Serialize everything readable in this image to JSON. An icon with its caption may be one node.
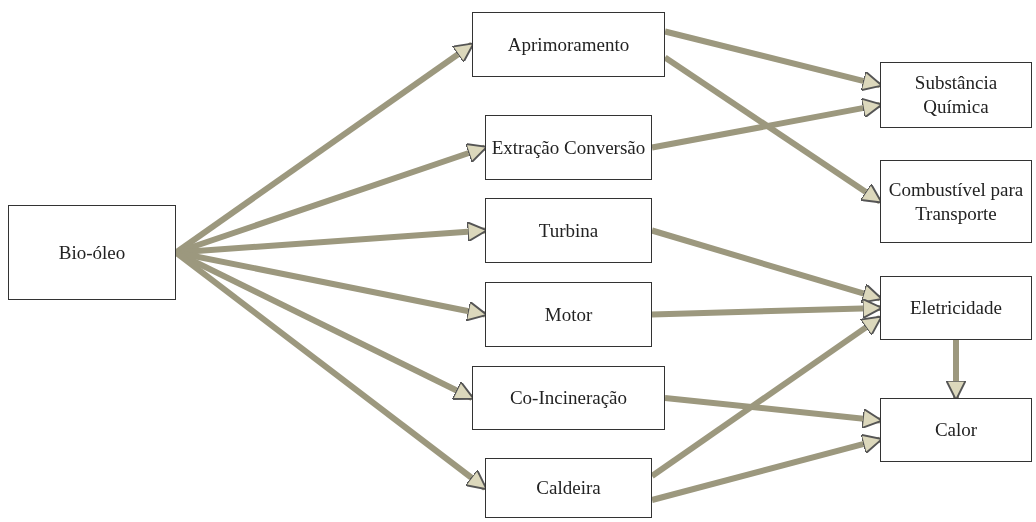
{
  "diagram": {
    "nodes": [
      {
        "text": [
          "Bio-óleo"
        ]
      },
      {
        "text": [
          "Aprimoramento"
        ]
      },
      {
        "text": [
          "Extração Conversão"
        ]
      },
      {
        "text": [
          "Turbina"
        ]
      },
      {
        "text": [
          "Motor"
        ]
      },
      {
        "text": [
          "Co-Incineração"
        ]
      },
      {
        "text": [
          "Caldeira"
        ]
      },
      {
        "text": [
          "Substância Química"
        ]
      },
      {
        "text": [
          "Combustível para Transporte"
        ]
      },
      {
        "text": [
          "Eletricidade"
        ]
      },
      {
        "text": [
          "Calor"
        ]
      }
    ],
    "edges": [
      {
        "from": 0,
        "to": 1,
        "arrow": "to"
      },
      {
        "from": 0,
        "to": 2,
        "arrow": "to"
      },
      {
        "from": 0,
        "to": 3,
        "arrow": "to"
      },
      {
        "from": 0,
        "to": 4,
        "arrow": "to"
      },
      {
        "from": 0,
        "to": 5,
        "arrow": "to"
      },
      {
        "from": 0,
        "to": 6,
        "arrow": "to"
      },
      {
        "from": 1,
        "to": 7,
        "arrow": "to"
      },
      {
        "from": 1,
        "to": 8,
        "arrow": "to"
      },
      {
        "from": 2,
        "to": 7,
        "arrow": "to"
      },
      {
        "from": 3,
        "to": 9,
        "arrow": "to"
      },
      {
        "from": 4,
        "to": 9,
        "arrow": "to"
      },
      {
        "from": 5,
        "to": 10,
        "arrow": "to"
      },
      {
        "from": 6,
        "to": 9,
        "arrow": "to"
      },
      {
        "from": 6,
        "to": 10,
        "arrow": "to"
      },
      {
        "from": 9,
        "to": 10,
        "arrow": "to"
      }
    ]
  }
}
